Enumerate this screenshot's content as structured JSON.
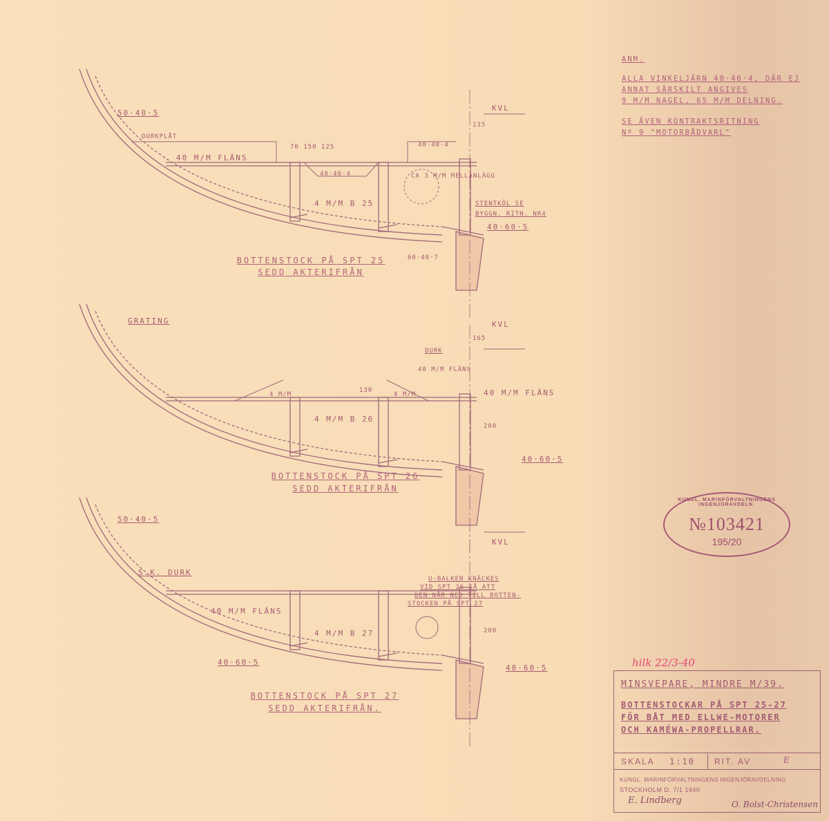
{
  "notes": {
    "title": "ANM.",
    "lines": [
      "ALLA VINKELJÄRN 40·40·4, DÄR EJ",
      "ANNAT SÄRSKILT ANGIVES",
      "9 M/M NAGEL, 65 M/M DELNING.",
      "",
      "SE ÄVEN KONTRAKTSRITNING",
      "Nº 9 \"MOTORBÅDVARL\""
    ]
  },
  "section1": {
    "labels": {
      "a": "50·40·5",
      "b": "DURKPLÅT",
      "c": "40 M/M FLÄNS",
      "d": "40·40·4",
      "e": "40·40·4",
      "f": "CA 3 M/M MELLANLÄGG",
      "g": "4 M/M B 25",
      "h": "STENTKÖL SE",
      "i": "BYGGN. RITN. NR4",
      "j": "40·60·5",
      "k": "60·40·7",
      "kvl": "KVL",
      "dim": "135",
      "dim2": "70 150 125"
    },
    "caption1": "BOTTENSTOCK PÅ SPT 25",
    "caption2": "SEDD AKTERIFRÅN"
  },
  "section2": {
    "labels": {
      "a": "GRATING",
      "kvl": "KVL",
      "dim": "165",
      "durk": "DURK",
      "f1": "40 M/M FLÄNS",
      "f2": "40 M/M FLÄNS",
      "m1": "4 M/M",
      "m2": "4 M/M",
      "b": "4 M/M B 26",
      "h": "200",
      "d2": "130",
      "j": "40·60·5"
    },
    "caption1": "BOTTENSTOCK PÅ SPT 26",
    "caption2": "SEDD AKTERIFRÅN"
  },
  "section3": {
    "labels": {
      "a": "50·40·5",
      "kvl": "KVL",
      "durk": "S.K. DURK",
      "f1": "40 M/M FLÄNS",
      "n1": "U-BALKEN KNÄCKES",
      "n2": "VID SPT 26 SÅ ATT",
      "n3": "DEN NÅR NED TILL BOTTEN-",
      "n4": "STOCKEN PÅ SPT 27",
      "b": "4 M/M B 27",
      "h": "200",
      "j1": "40·60·5",
      "j2": "40·60·5"
    },
    "caption1": "BOTTENSTOCK PÅ SPT 27",
    "caption2": "SEDD AKTERIFRÅN."
  },
  "stamp": {
    "arc": "KUNGL. MARINFÖRVALTNINGENS INGENJÖRAVDELN.",
    "number": "№103421",
    "sub": "195/20"
  },
  "handnote": "hilk 22/3-40",
  "titleblock": {
    "vessel": "MINSVEPARE, MINDRE M/39.",
    "title1": "BOTTENSTOCKAR PÅ SPT 25-27",
    "title2": "FÖR BÅT MED ELLWE-MOTORER",
    "title3": "OCH KAMÉWA-PROPELLRAR.",
    "scale_label": "SKALA",
    "scale": "1:10",
    "drawn_label": "RIT. AV",
    "drawn": "E",
    "office": "KUNGL. MARINFÖRVALTNINGENS INGENJÖRAVDELNING",
    "place_date": "STOCKHOLM D. 7/1 1940",
    "signature1": "E. Lindberg",
    "signature2": "O. Bolst-Christensen"
  },
  "colors": {
    "paper": "#f8dcb6",
    "ink": "#a8566e",
    "red": "#d23a6a"
  }
}
